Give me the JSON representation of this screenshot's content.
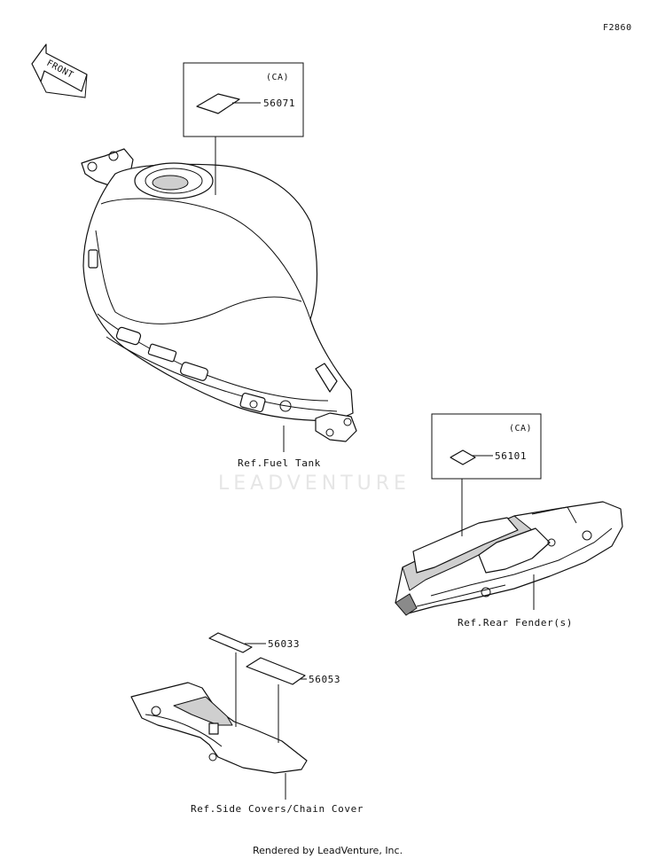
{
  "diagram": {
    "figure_code": "F2860",
    "front_arrow_label": "FRONT",
    "watermark": "LEADVENTURE",
    "footer": "Rendered by LeadVenture, Inc.",
    "callouts": {
      "tank_box_region": "(CA)",
      "tank_label_part": "56071",
      "tank_ref": "Ref.Fuel Tank",
      "fender_box_region": "(CA)",
      "fender_label_part": "56101",
      "fender_ref": "Ref.Rear Fender(s)",
      "cover_label_upper_part": "56033",
      "cover_label_lower_part": "56053",
      "cover_ref": "Ref.Side Covers/Chain Cover"
    }
  }
}
